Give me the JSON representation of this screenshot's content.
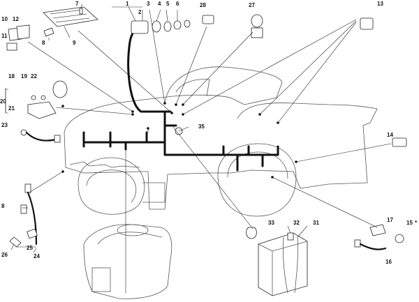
{
  "callouts": [
    {
      "id": "c1",
      "text": "1"
    },
    {
      "id": "c2",
      "text": "2"
    },
    {
      "id": "c3",
      "text": "3"
    },
    {
      "id": "c4",
      "text": "4"
    },
    {
      "id": "c5",
      "text": "5"
    },
    {
      "id": "c6",
      "text": "6"
    },
    {
      "id": "c7",
      "text": "7"
    },
    {
      "id": "c8",
      "text": "8"
    },
    {
      "id": "c8b",
      "text": "8"
    },
    {
      "id": "c9",
      "text": "9"
    },
    {
      "id": "c10",
      "text": "10"
    },
    {
      "id": "c11",
      "text": "11"
    },
    {
      "id": "c12",
      "text": "12"
    },
    {
      "id": "c13",
      "text": "13"
    },
    {
      "id": "c14",
      "text": "14"
    },
    {
      "id": "c15",
      "text": "15"
    },
    {
      "id": "c15s",
      "text": "*"
    },
    {
      "id": "c16",
      "text": "16"
    },
    {
      "id": "c17",
      "text": "17"
    },
    {
      "id": "c18",
      "text": "18"
    },
    {
      "id": "c19",
      "text": "19"
    },
    {
      "id": "c20",
      "text": "20"
    },
    {
      "id": "c21",
      "text": "21"
    },
    {
      "id": "c22",
      "text": "22"
    },
    {
      "id": "c23",
      "text": "23"
    },
    {
      "id": "c24",
      "text": "24"
    },
    {
      "id": "c25",
      "text": "25"
    },
    {
      "id": "c26",
      "text": "26"
    },
    {
      "id": "c27",
      "text": "27"
    },
    {
      "id": "c28",
      "text": "28"
    },
    {
      "id": "c31",
      "text": "31"
    },
    {
      "id": "c32",
      "text": "32"
    },
    {
      "id": "c33",
      "text": "33"
    },
    {
      "id": "c35",
      "text": "35"
    }
  ]
}
